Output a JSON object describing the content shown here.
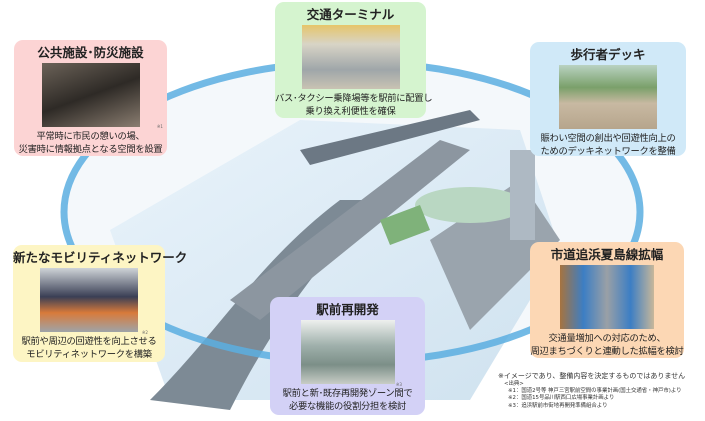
{
  "boxes": {
    "public": {
      "title": "公共施設･防災施設",
      "desc1": "平常時に市民の憩いの場、",
      "desc2": "災害時に情報拠点となる空間を設置",
      "source": "※1",
      "color": "#fcd4d4"
    },
    "terminal": {
      "title": "交通ターミナル",
      "desc1": "バス･タクシー乗降場等を駅前に配置し",
      "desc2": "乗り換え利便性を確保",
      "color": "#d5f4cf"
    },
    "deck": {
      "title": "歩行者デッキ",
      "desc1": "賑わい空間の創出や回遊性向上の",
      "desc2": "ためのデッキネットワークを整備",
      "color": "#d0e9f8"
    },
    "mobility": {
      "title": "新たなモビリティネットワーク",
      "desc1": "駅前や周辺の回遊性を向上させる",
      "desc2": "モビリティネットワークを構築",
      "source": "※2",
      "color": "#fdf5c4"
    },
    "redevelop": {
      "title": "駅前再開発",
      "desc1": "駅前と新･既存再開発ゾーン間で",
      "desc2": "必要な機能の役割分担を検討",
      "source": "※3",
      "color": "#d3d1f6"
    },
    "road": {
      "title": "市道追浜夏島線拡幅",
      "desc1": "交通量増加への対応のため、",
      "desc2": "周辺まちづくりと連動した拡幅を検討",
      "color": "#fcd7b4"
    }
  },
  "notes": {
    "disclaimer": "※イメージであり、整備内容を決定するものではありません",
    "heading": "<出典>",
    "items": [
      "※1：国道2号等 神戸三宮駅前空間の事業計画(国土交通省・神戸市)より",
      "※2：国道15号品川駅西口広場事業計画より",
      "※3：追浜駅前市街地再開発準備組合より"
    ]
  },
  "colors": {
    "ring": "#5aaee0"
  }
}
